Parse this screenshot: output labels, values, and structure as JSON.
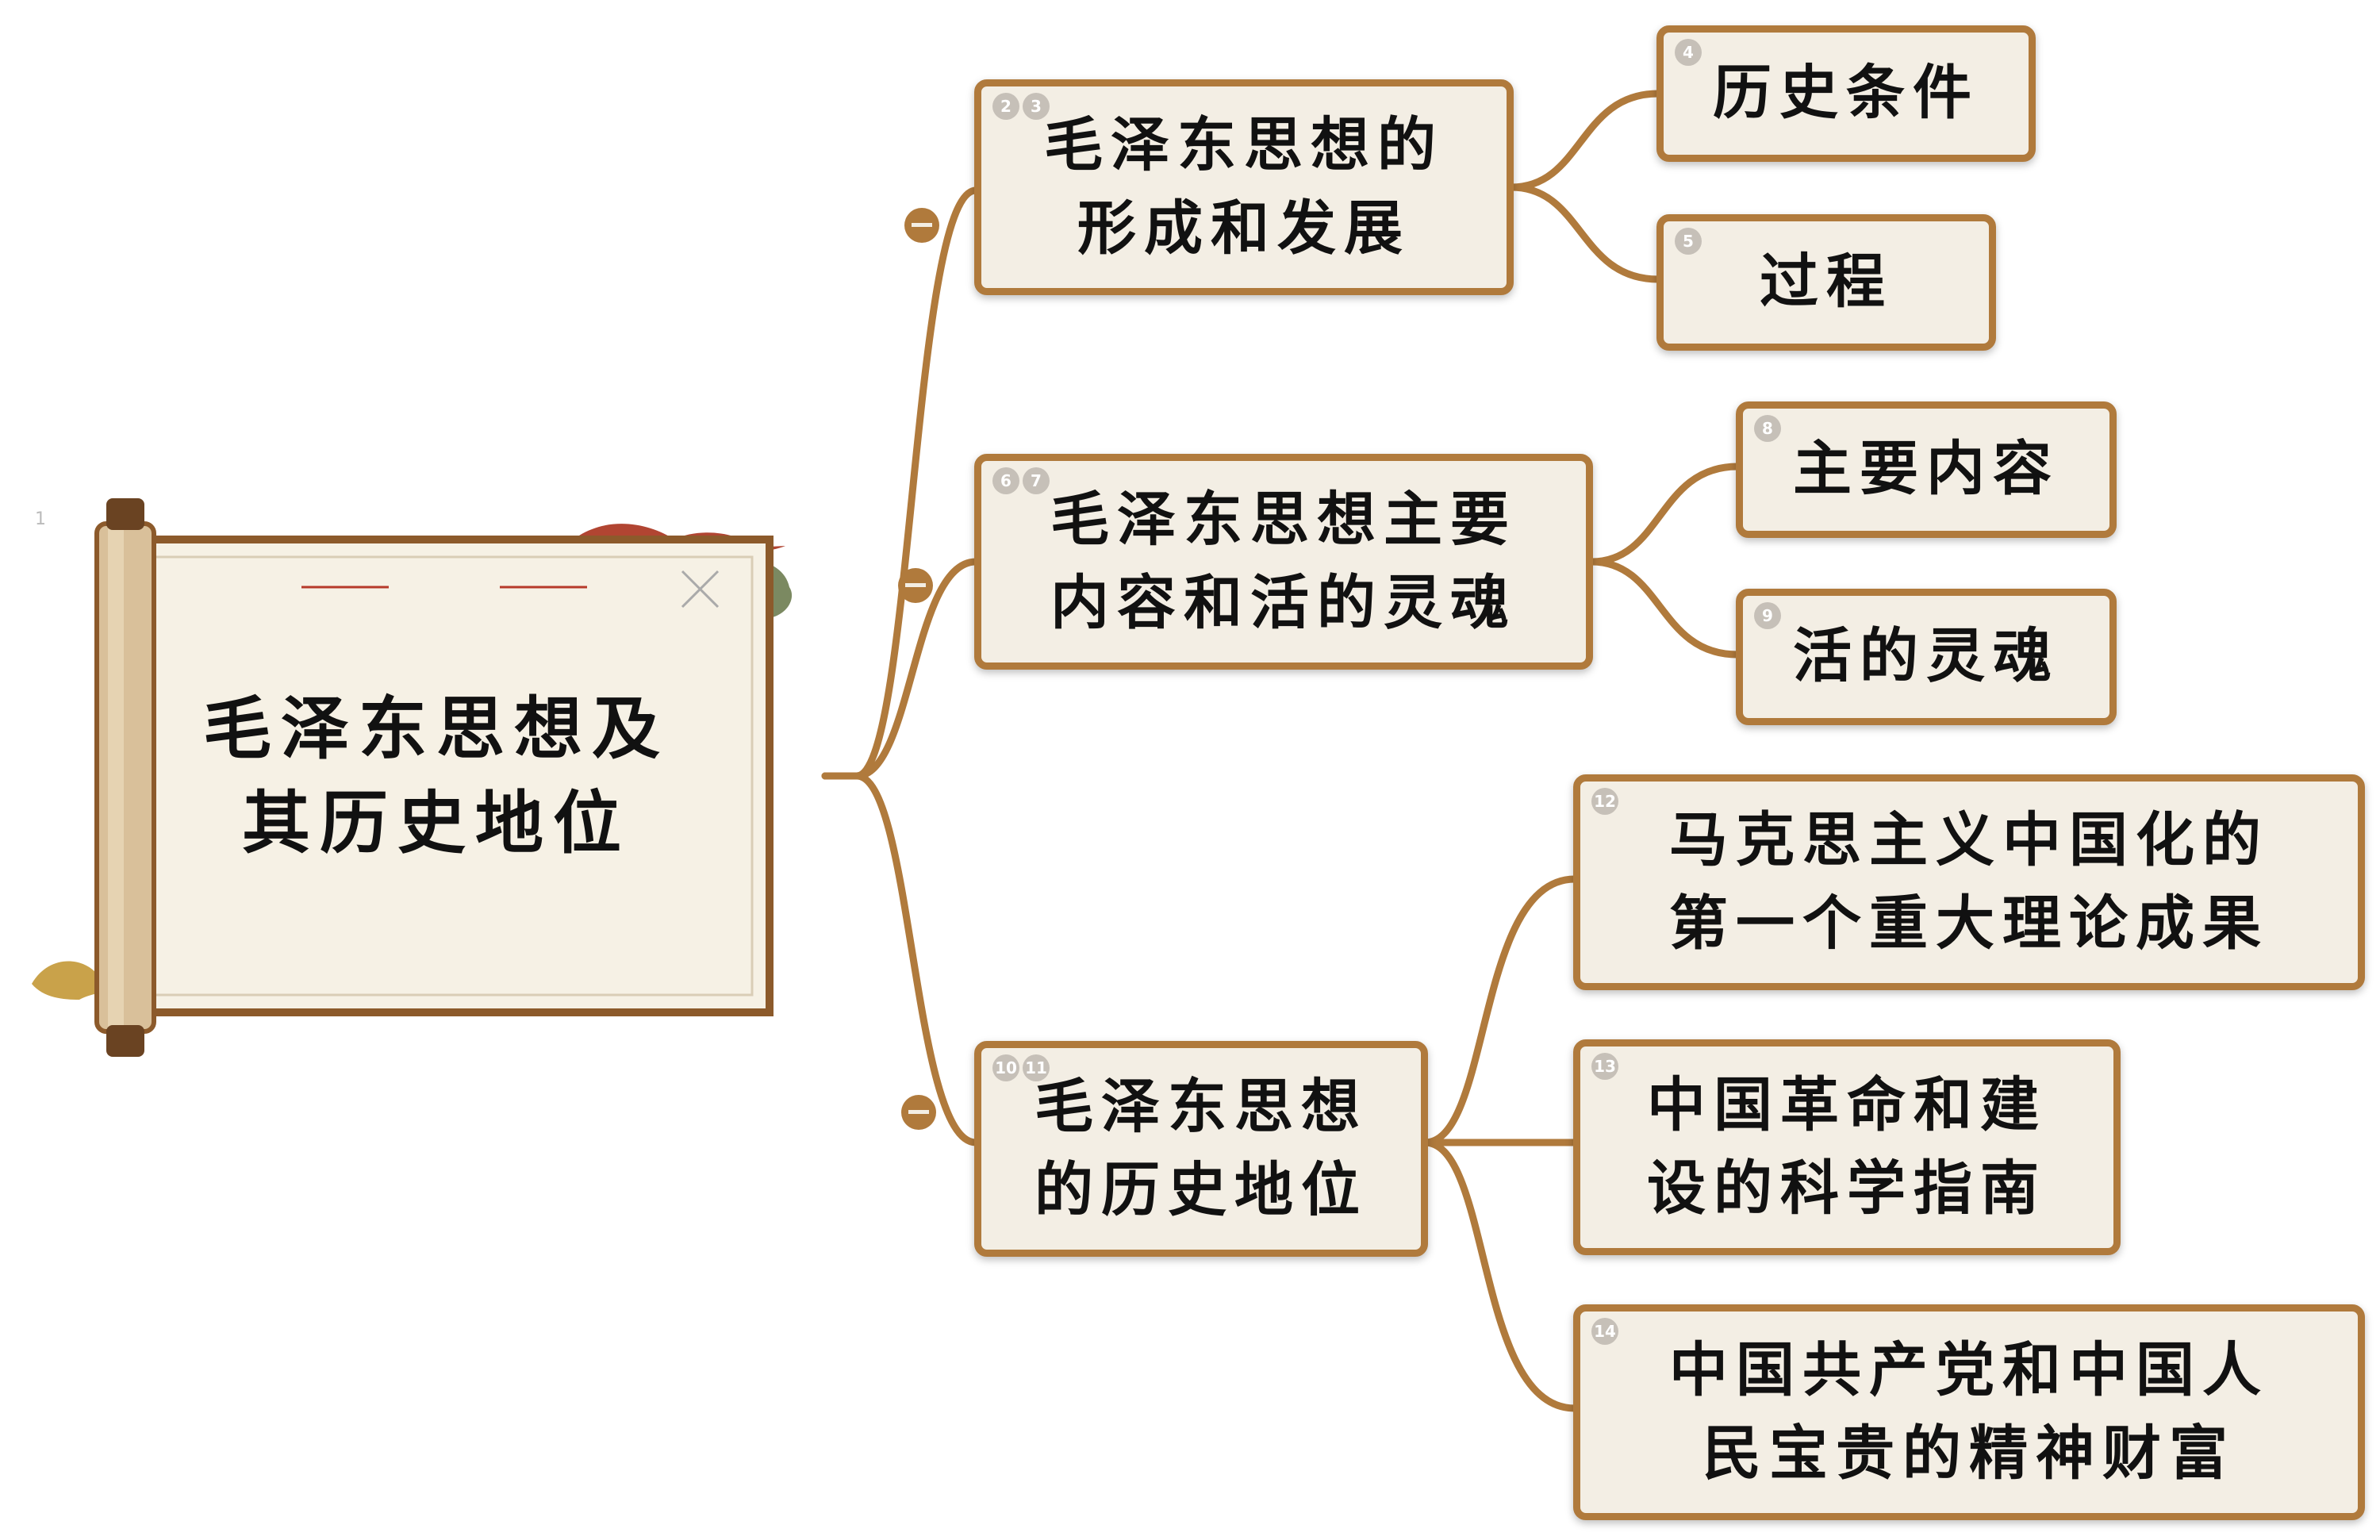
{
  "root": {
    "title": "毛泽东思想及\n其历史地位",
    "marker": "1"
  },
  "branches": [
    {
      "id": "b1",
      "text": "毛泽东思想的\n形成和发展",
      "badges": [
        "2",
        "3"
      ],
      "children": [
        {
          "id": "c4",
          "text": "历史条件",
          "badge": "4"
        },
        {
          "id": "c5",
          "text": "过程",
          "badge": "5"
        }
      ]
    },
    {
      "id": "b2",
      "text": "毛泽东思想主要\n内容和活的灵魂",
      "badges": [
        "6",
        "7"
      ],
      "children": [
        {
          "id": "c8",
          "text": "主要内容",
          "badge": "8"
        },
        {
          "id": "c9",
          "text": "活的灵魂",
          "badge": "9"
        }
      ]
    },
    {
      "id": "b3",
      "text": "毛泽东思想\n的历史地位",
      "badges": [
        "10",
        "11"
      ],
      "children": [
        {
          "id": "c12",
          "text": "马克思主义中国化的\n第一个重大理论成果",
          "badge": "12"
        },
        {
          "id": "c13",
          "text": "中国革命和建\n设的科学指南",
          "badge": "13"
        },
        {
          "id": "c14",
          "text": "中国共产党和中国人\n民宝贵的精神财富",
          "badge": "14"
        }
      ]
    }
  ],
  "colors": {
    "line": "#b07a3c",
    "node_bg": "#f3eee4",
    "badge": "#c6c0b8"
  }
}
